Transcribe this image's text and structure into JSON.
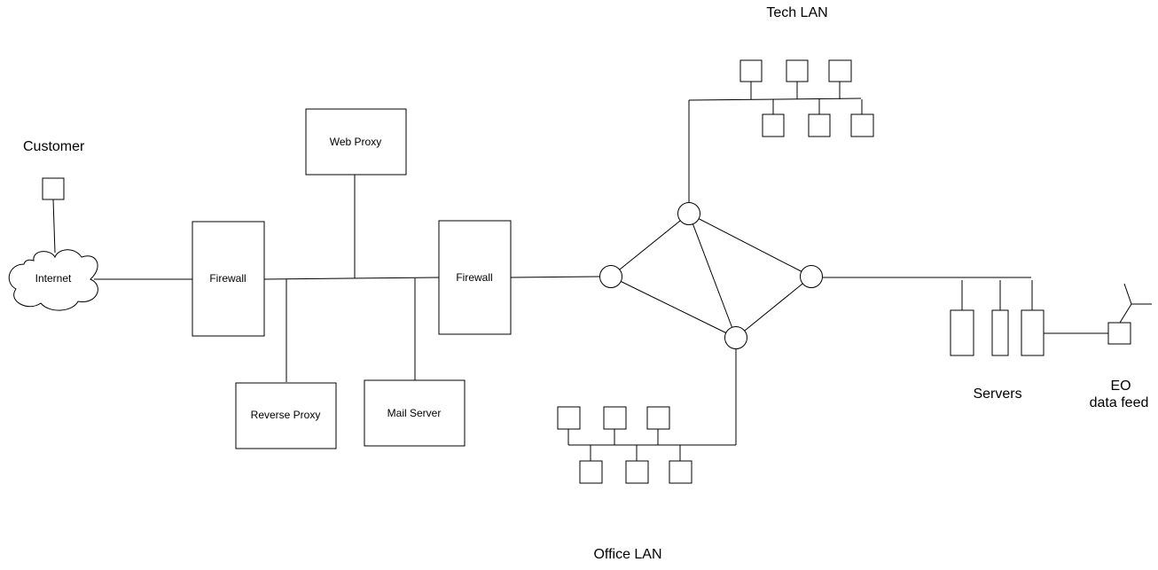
{
  "labels": {
    "customer": "Customer",
    "internet": "Internet",
    "firewall_outer": "Firewall",
    "firewall_inner": "Firewall",
    "web_proxy": "Web Proxy",
    "reverse_proxy": "Reverse Proxy",
    "mail_server": "Mail Server",
    "tech_lan": "Tech LAN",
    "office_lan": "Office LAN",
    "servers": "Servers",
    "eo_line1": "EO",
    "eo_line2": "data feed"
  },
  "colors": {
    "stroke": "#000000",
    "fill": "#ffffff"
  }
}
